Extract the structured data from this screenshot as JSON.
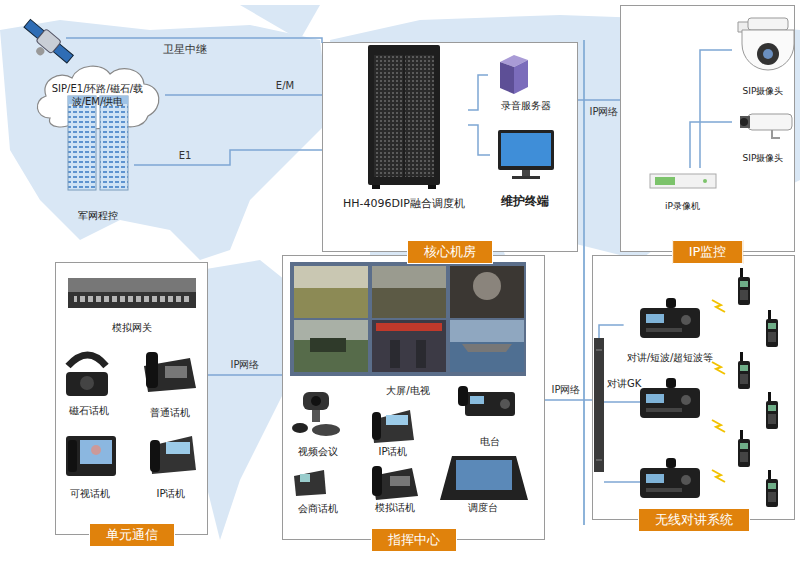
{
  "diagram": {
    "nodes": [
      {
        "text": [
          "SIP/E1/环路/磁石/载 波/EM/供电"
        ]
      },
      {
        "text": [
          "军网程控"
        ]
      },
      {
        "text": [
          "核心机房"
        ]
      },
      {
        "text": [
          "HH-4096DIP融合调度机"
        ],
        "in": 2
      },
      {
        "text": [
          "录音服务器"
        ],
        "in": 2
      },
      {
        "text": [
          "维护终端"
        ],
        "in": 2
      },
      {
        "text": [
          "IP监控"
        ]
      },
      {
        "text": [
          "SIP摄像头"
        ],
        "in": 6
      },
      {
        "text": [
          "SIP摄像头"
        ],
        "in": 6
      },
      {
        "text": [
          "iP录像机"
        ],
        "in": 6
      },
      {
        "text": [
          "单元通信"
        ]
      },
      {
        "text": [
          "模拟网关"
        ],
        "in": 10
      },
      {
        "text": [
          "磁石话机"
        ],
        "in": 10
      },
      {
        "text": [
          "普通话机"
        ],
        "in": 10
      },
      {
        "text": [
          "可视话机"
        ],
        "in": 10
      },
      {
        "text": [
          "IP话机"
        ],
        "in": 10
      },
      {
        "text": [
          "指挥中心"
        ]
      },
      {
        "text": [
          "大屏/电视"
        ],
        "in": 16
      },
      {
        "text": [
          "视频会议"
        ],
        "in": 16
      },
      {
        "text": [
          "IP话机"
        ],
        "in": 16
      },
      {
        "text": [
          "电台"
        ],
        "in": 16
      },
      {
        "text": [
          "会商话机"
        ],
        "in": 16
      },
      {
        "text": [
          "模拟话机"
        ],
        "in": 16
      },
      {
        "text": [
          "调度台"
        ],
        "in": 16
      },
      {
        "text": [
          "无线对讲系统"
        ]
      },
      {
        "text": [
          "对讲GK"
        ],
        "in": 24
      },
      {
        "text": [
          "对讲/短波/超短波等"
        ],
        "in": 24
      }
    ],
    "edges": [
      {
        "from": 0,
        "to": 2,
        "label": "E/M",
        "arrow": "none"
      },
      {
        "from": 1,
        "to": 2,
        "label": "E1",
        "arrow": "none"
      },
      {
        "from": 3,
        "to": 4,
        "arrow": "none"
      },
      {
        "from": 3,
        "to": 5,
        "arrow": "none"
      },
      {
        "from": 2,
        "to": 6,
        "label": "IP网络",
        "arrow": "none"
      },
      {
        "from": 9,
        "to": 7,
        "arrow": "none"
      },
      {
        "from": 9,
        "to": 8,
        "arrow": "none"
      },
      {
        "from": 10,
        "to": 16,
        "label": "IP网络",
        "arrow": "none"
      },
      {
        "from": 16,
        "to": 24,
        "label": "IP网络",
        "arrow": "none"
      },
      {
        "from": 25,
        "to": 26,
        "arrow": "none"
      }
    ],
    "labels": [
      "卫星中继"
    ]
  }
}
